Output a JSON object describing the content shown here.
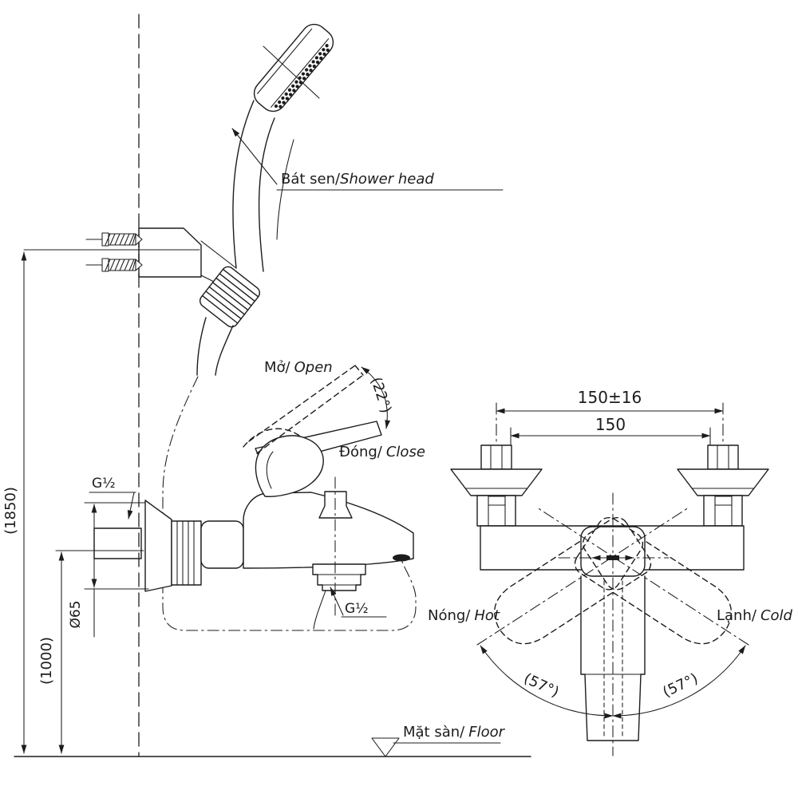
{
  "drawing": {
    "type": "technical-installation-diagram",
    "subject": "wall-mounted bath shower mixer with hand shower",
    "views": [
      "side elevation with hand shower",
      "front elevation with handle swing angles"
    ]
  },
  "labels": {
    "shower_head_vi": "Bát sen/",
    "shower_head_en": "Shower head",
    "open_vi": "Mở/",
    "open_en": "Open",
    "close_vi": "Đóng/",
    "close_en": "Close",
    "hot_vi": "Nóng/",
    "hot_en": "Hot",
    "cold_vi": "Lạnh/",
    "cold_en": "Cold",
    "floor_vi": "Mặt sàn/",
    "floor_en": "Floor"
  },
  "dimensions": {
    "bracket_height": "(1850)",
    "mixer_height": "(1000)",
    "flange_diameter": "Ø65",
    "pitch_tolerance": "150±16",
    "pitch": "150",
    "open_angle": "(22°)",
    "swing_left": "(57°)",
    "swing_right": "(57°)",
    "inlet_thread": "G½",
    "outlet_thread": "G½"
  },
  "colors": {
    "line": "#1c1c1c",
    "background": "#ffffff"
  }
}
